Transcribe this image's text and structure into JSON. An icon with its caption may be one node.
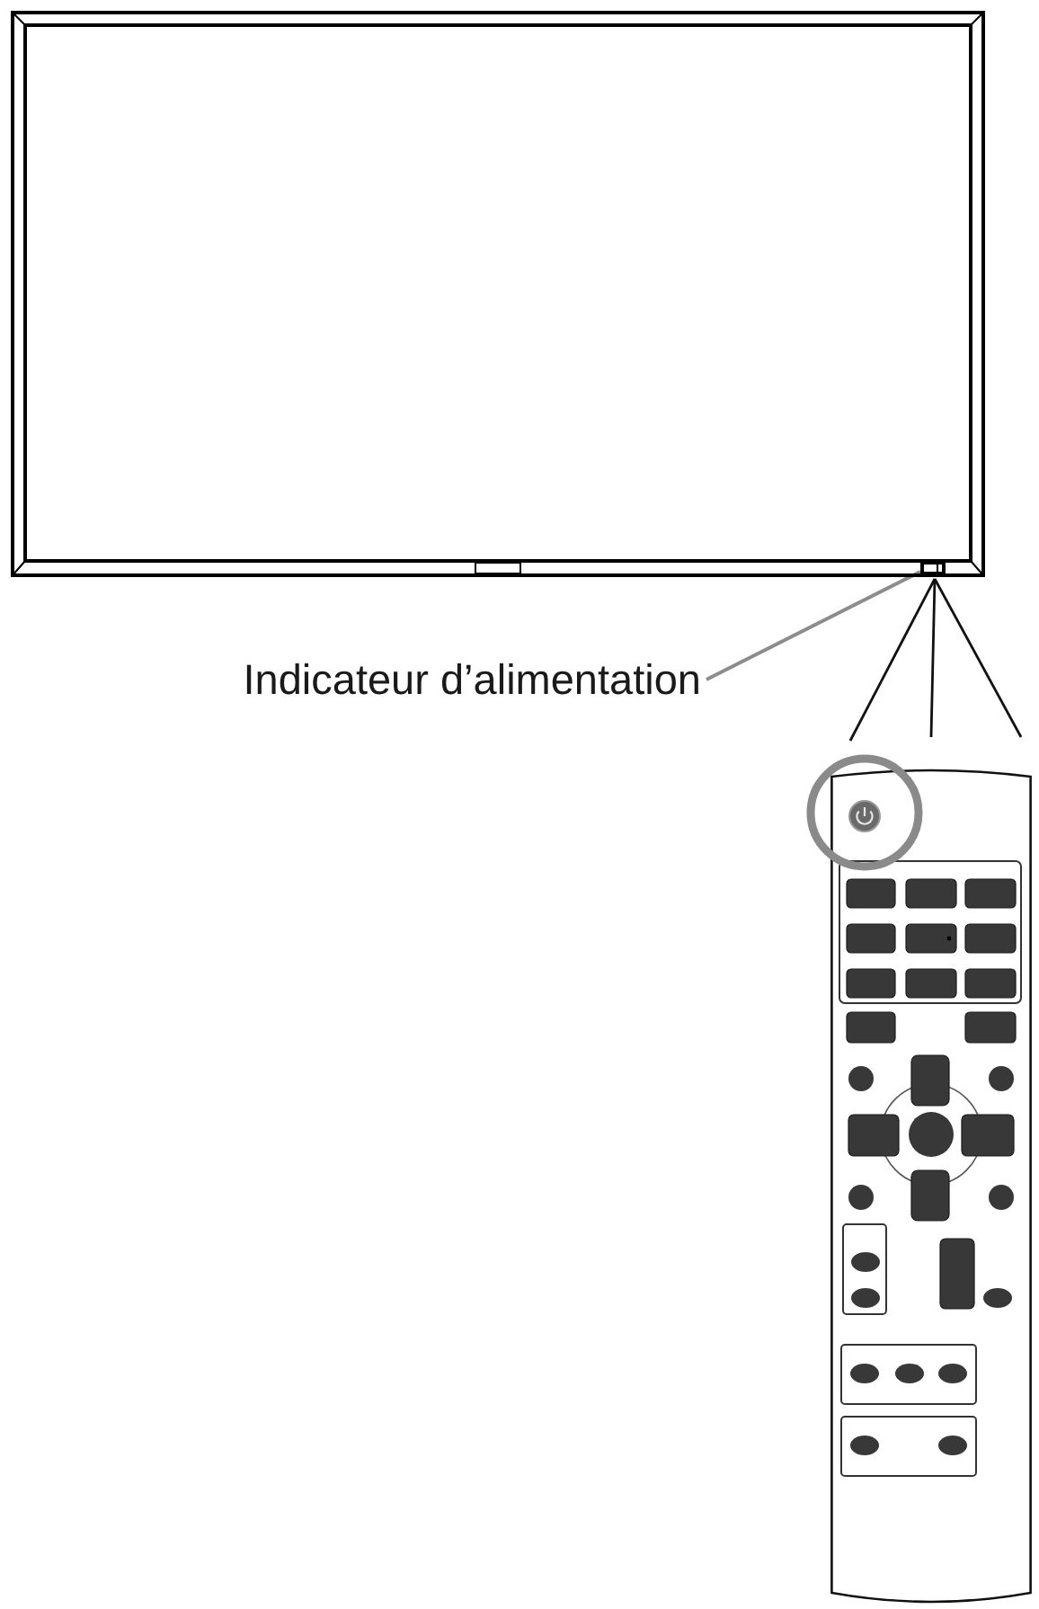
{
  "diagram": {
    "nodes": [
      {
        "text": [],
        "shape": "picture"
      },
      {
        "text": [],
        "shape": "box",
        "in": 0
      },
      {
        "text": [
          "Indicateur d’alimentation"
        ]
      },
      {
        "text": [],
        "shape": "picture"
      }
    ],
    "edges": [
      {
        "from": 2,
        "to": 1,
        "arrow": "none",
        "color": "#8c8c8c"
      },
      {
        "from": 1,
        "to": 3,
        "arrow": "none"
      },
      {
        "from": 1,
        "to": 3,
        "arrow": "none"
      },
      {
        "from": 1,
        "to": 3,
        "arrow": "none"
      }
    ]
  }
}
